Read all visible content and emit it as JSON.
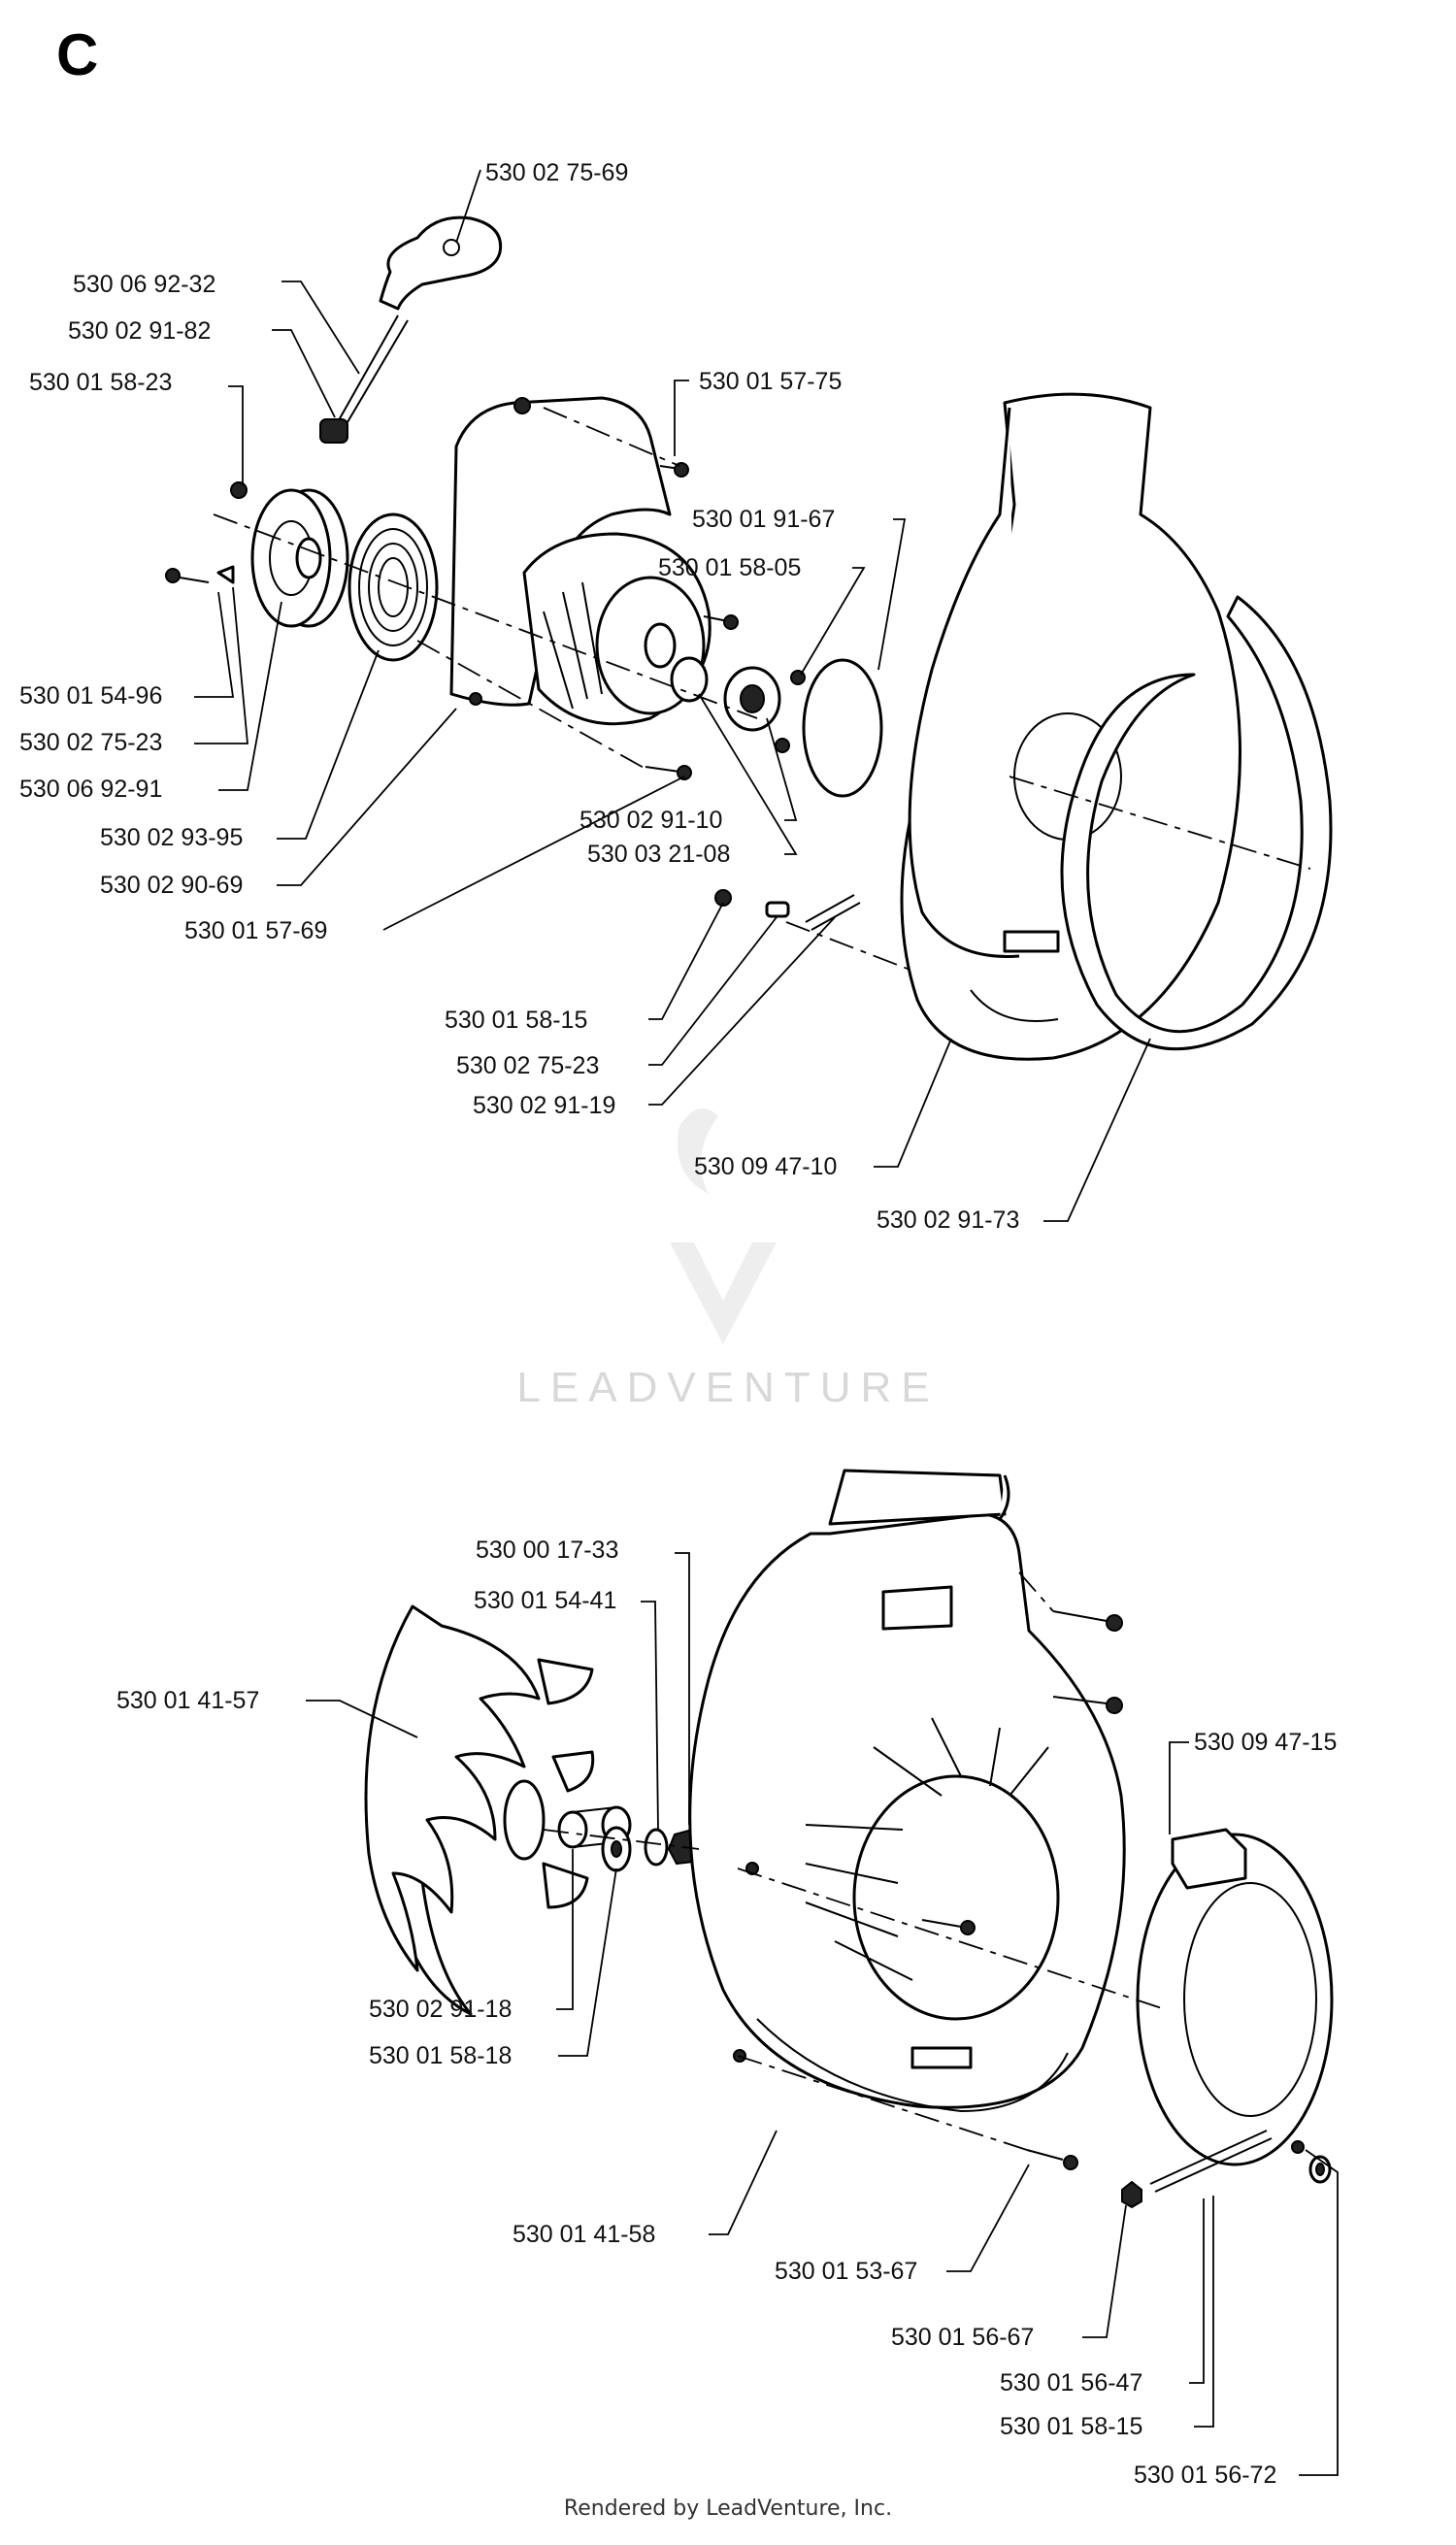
{
  "section": "C",
  "watermark": {
    "brand": "LEADVENTURE"
  },
  "footer": "Rendered by LeadVenture, Inc.",
  "top_diagram": {
    "labels": [
      {
        "id": "t1",
        "text": "530 02 75-69"
      },
      {
        "id": "t2",
        "text": "530 06 92-32"
      },
      {
        "id": "t3",
        "text": "530 02 91-82"
      },
      {
        "id": "t4",
        "text": "530 01 58-23"
      },
      {
        "id": "t5",
        "text": "530 01 57-75"
      },
      {
        "id": "t6",
        "text": "530 01 91-67"
      },
      {
        "id": "t7",
        "text": "530 01 58-05"
      },
      {
        "id": "t8",
        "text": "530 01 54-96"
      },
      {
        "id": "t9",
        "text": "530 02 75-23"
      },
      {
        "id": "t10",
        "text": "530 06 92-91"
      },
      {
        "id": "t11",
        "text": "530 02 93-95"
      },
      {
        "id": "t12",
        "text": "530 02 90-69"
      },
      {
        "id": "t13",
        "text": "530 01 57-69"
      },
      {
        "id": "t14",
        "text": "530 02 91-10"
      },
      {
        "id": "t15",
        "text": "530 03 21-08"
      },
      {
        "id": "t16",
        "text": "530 01 58-15"
      },
      {
        "id": "t17",
        "text": "530 02 75-23"
      },
      {
        "id": "t18",
        "text": "530 02 91-19"
      },
      {
        "id": "t19",
        "text": "530 09 47-10"
      },
      {
        "id": "t20",
        "text": "530 02 91-73"
      }
    ]
  },
  "bottom_diagram": {
    "labels": [
      {
        "id": "b1",
        "text": "530 00 17-33"
      },
      {
        "id": "b2",
        "text": "530 01 54-41"
      },
      {
        "id": "b3",
        "text": "530 01 41-57"
      },
      {
        "id": "b4",
        "text": "530 09 47-15"
      },
      {
        "id": "b5",
        "text": "530 02 91-18"
      },
      {
        "id": "b6",
        "text": "530 01 58-18"
      },
      {
        "id": "b7",
        "text": "530 01 41-58"
      },
      {
        "id": "b8",
        "text": "530 01 53-67"
      },
      {
        "id": "b9",
        "text": "530 01 56-67"
      },
      {
        "id": "b10",
        "text": "530 01 56-47"
      },
      {
        "id": "b11",
        "text": "530 01 58-15"
      },
      {
        "id": "b12",
        "text": "530 01 56-72"
      }
    ]
  }
}
